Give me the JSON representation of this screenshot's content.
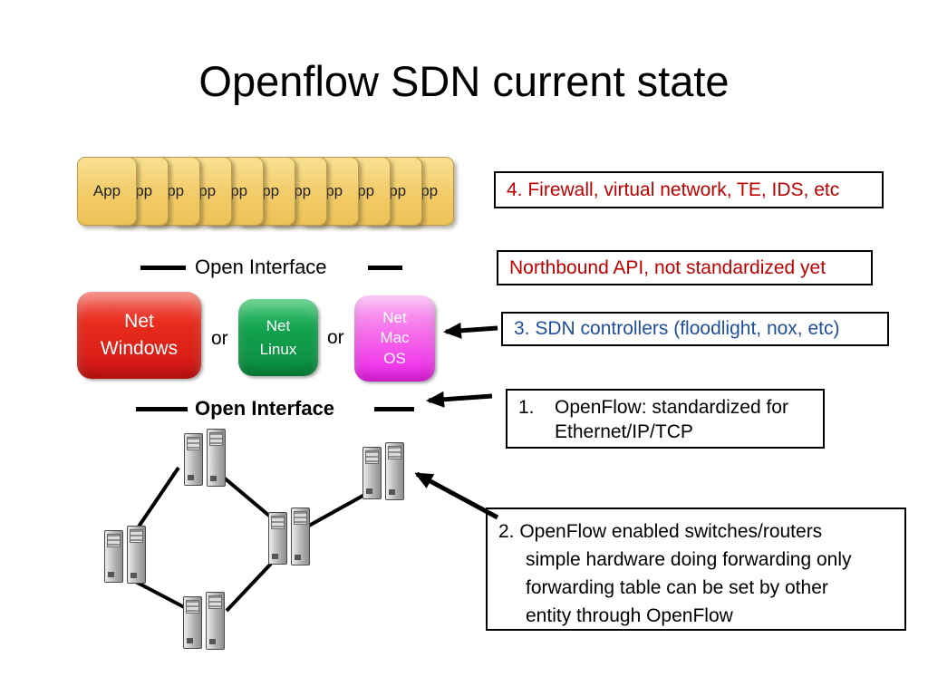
{
  "title": "Openflow SDN current state",
  "app_stack": {
    "label": "App",
    "count": 11
  },
  "open_interface_top": "Open Interface",
  "open_interface_bottom": "Open Interface",
  "os_boxes": {
    "windows": [
      "Net",
      "Windows"
    ],
    "linux": [
      "Net",
      "Linux"
    ],
    "mac": [
      "Net",
      "Mac",
      "OS"
    ],
    "or": "or"
  },
  "annotations": {
    "firewall": {
      "text": "4. Firewall, virtual network, TE, IDS, etc",
      "color": "#C00000"
    },
    "northbound": {
      "text": "Northbound API, not standardized yet",
      "color": "#C00000"
    },
    "sdn_controllers": {
      "text": "3. SDN controllers (floodlight, nox, etc)",
      "color": "#1F4E9E"
    },
    "openflow": {
      "number": "1.",
      "line1": "OpenFlow: standardized for",
      "line2": "Ethernet/IP/TCP",
      "color": "#000000"
    },
    "switches": {
      "lines": [
        "2. OpenFlow enabled switches/routers",
        "simple hardware doing forwarding only",
        "forwarding table can be set by other",
        "entity through OpenFlow"
      ],
      "color": "#000000"
    }
  },
  "network": {
    "node_count": 5,
    "icon": "server-tower-icon"
  },
  "colors": {
    "annotation_red": "#C00000",
    "annotation_blue": "#1F4E9E",
    "windows_box": "#DD1E14",
    "linux_box": "#10A04C",
    "mac_box": "#F23CF0",
    "app_card": "#F3CD6B"
  }
}
